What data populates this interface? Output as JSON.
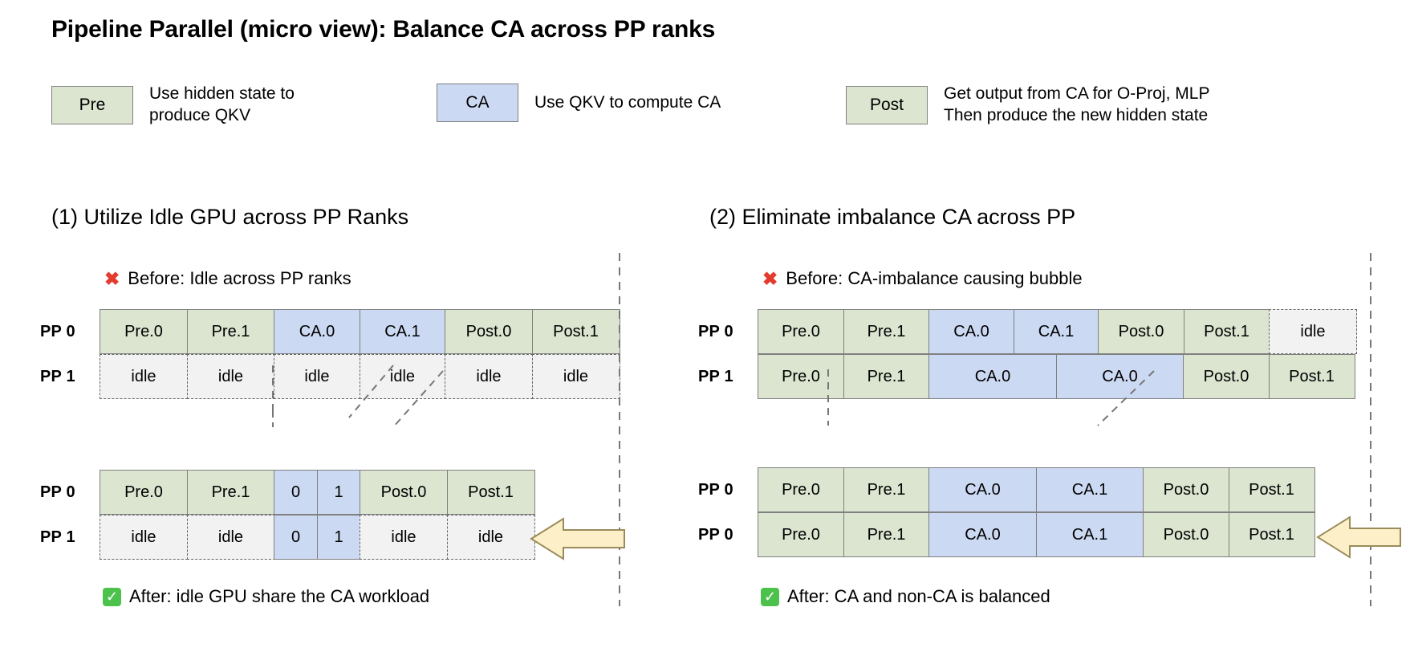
{
  "title": "Pipeline Parallel (micro view): Balance CA across PP ranks",
  "colors": {
    "green": "#dbe5d0",
    "blue": "#ccd9f2",
    "idle": "#f2f2f2",
    "border": "#808080",
    "x_mark": "#e33b2e",
    "check": "#4cc14c",
    "arrow_fill": "#fdefc8"
  },
  "legend": [
    {
      "chip": "Pre",
      "style": "green",
      "desc": "Use hidden state to\nproduce QKV"
    },
    {
      "chip": "CA",
      "style": "blue",
      "desc": "Use QKV to compute CA"
    },
    {
      "chip": "Post",
      "style": "green",
      "desc": "Get output from CA for O-Proj, MLP\nThen produce the new hidden state"
    }
  ],
  "panels": [
    {
      "heading": "(1) Utilize Idle GPU across PP Ranks",
      "before_caption": "Before: Idle across PP ranks",
      "after_caption": "After: idle GPU share the CA workload",
      "before_rows": [
        {
          "rank": "PP 0",
          "cells": [
            {
              "label": "Pre.0",
              "style": "green",
              "w": 110
            },
            {
              "label": "Pre.1",
              "style": "green",
              "w": 110
            },
            {
              "label": "CA.0",
              "style": "blue",
              "w": 108
            },
            {
              "label": "CA.1",
              "style": "blue",
              "w": 108
            },
            {
              "label": "Post.0",
              "style": "green",
              "w": 110
            },
            {
              "label": "Post.1",
              "style": "green",
              "w": 110
            }
          ]
        },
        {
          "rank": "PP 1",
          "cells": [
            {
              "label": "idle",
              "style": "idle",
              "w": 110
            },
            {
              "label": "idle",
              "style": "idle",
              "w": 110
            },
            {
              "label": "idle",
              "style": "idle",
              "w": 108
            },
            {
              "label": "idle",
              "style": "idle",
              "w": 108
            },
            {
              "label": "idle",
              "style": "idle",
              "w": 110
            },
            {
              "label": "idle",
              "style": "idle",
              "w": 110
            }
          ]
        }
      ],
      "after_rows": [
        {
          "rank": "PP 0",
          "cells": [
            {
              "label": "Pre.0",
              "style": "green",
              "w": 110
            },
            {
              "label": "Pre.1",
              "style": "green",
              "w": 110
            },
            {
              "label": "0",
              "style": "blue",
              "w": 55
            },
            {
              "label": "1",
              "style": "blue",
              "w": 55
            },
            {
              "label": "Post.0",
              "style": "green",
              "w": 110
            },
            {
              "label": "Post.1",
              "style": "green",
              "w": 110
            }
          ]
        },
        {
          "rank": "PP 1",
          "cells": [
            {
              "label": "idle",
              "style": "idle",
              "w": 110
            },
            {
              "label": "idle",
              "style": "idle",
              "w": 110
            },
            {
              "label": "0",
              "style": "blue",
              "w": 55
            },
            {
              "label": "1",
              "style": "blue",
              "w": 55
            },
            {
              "label": "idle",
              "style": "idle",
              "w": 110
            },
            {
              "label": "idle",
              "style": "idle",
              "w": 110
            }
          ]
        }
      ]
    },
    {
      "heading": "(2) Eliminate imbalance CA across PP",
      "before_caption": "Before: CA-imbalance causing bubble",
      "after_caption": "After: CA and non-CA is balanced",
      "before_rows": [
        {
          "rank": "PP 0",
          "cells": [
            {
              "label": "Pre.0",
              "style": "green",
              "w": 108
            },
            {
              "label": "Pre.1",
              "style": "green",
              "w": 108
            },
            {
              "label": "CA.0",
              "style": "blue",
              "w": 107
            },
            {
              "label": "CA.1",
              "style": "blue",
              "w": 107
            },
            {
              "label": "Post.0",
              "style": "green",
              "w": 108
            },
            {
              "label": "Post.1",
              "style": "green",
              "w": 108
            },
            {
              "label": "idle",
              "style": "idle",
              "w": 110
            }
          ]
        },
        {
          "rank": "PP 1",
          "cells": [
            {
              "label": "Pre.0",
              "style": "green",
              "w": 108
            },
            {
              "label": "Pre.1",
              "style": "green",
              "w": 108
            },
            {
              "label": "CA.0",
              "style": "blue",
              "w": 160
            },
            {
              "label": "CA.0",
              "style": "blue",
              "w": 160
            },
            {
              "label": "Post.0",
              "style": "green",
              "w": 108
            },
            {
              "label": "Post.1",
              "style": "green",
              "w": 108
            }
          ]
        }
      ],
      "after_rows": [
        {
          "rank": "PP 0",
          "cells": [
            {
              "label": "Pre.0",
              "style": "green",
              "w": 108
            },
            {
              "label": "Pre.1",
              "style": "green",
              "w": 108
            },
            {
              "label": "CA.0",
              "style": "blue",
              "w": 135
            },
            {
              "label": "CA.1",
              "style": "blue",
              "w": 135
            },
            {
              "label": "Post.0",
              "style": "green",
              "w": 108
            },
            {
              "label": "Post.1",
              "style": "green",
              "w": 108
            }
          ]
        },
        {
          "rank": "PP 0",
          "cells": [
            {
              "label": "Pre.0",
              "style": "green",
              "w": 108
            },
            {
              "label": "Pre.1",
              "style": "green",
              "w": 108
            },
            {
              "label": "CA.0",
              "style": "blue",
              "w": 135
            },
            {
              "label": "CA.1",
              "style": "blue",
              "w": 135
            },
            {
              "label": "Post.0",
              "style": "green",
              "w": 108
            },
            {
              "label": "Post.1",
              "style": "green",
              "w": 108
            }
          ]
        }
      ]
    }
  ]
}
